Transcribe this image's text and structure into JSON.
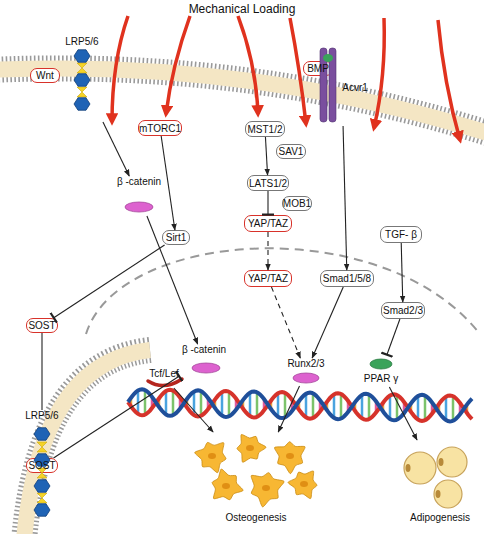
{
  "diagram": {
    "title": "Mechanical Loading",
    "nodes": [
      {
        "text": [
          "LRP5/6"
        ]
      },
      {
        "text": [
          "Wnt"
        ]
      },
      {
        "text": [
          "BMP"
        ]
      },
      {
        "text": [
          "Acvr1"
        ]
      },
      {
        "text": [
          "mTORC1"
        ]
      },
      {
        "text": [
          "MST1/2"
        ]
      },
      {
        "text": [
          "SAV1"
        ]
      },
      {
        "text": [
          "LATS1/2"
        ]
      },
      {
        "text": [
          "MOB1"
        ]
      },
      {
        "text": [
          "YAP/TAZ"
        ]
      },
      {
        "text": [
          "TGF- β"
        ]
      },
      {
        "text": [
          "β -catenin"
        ]
      },
      {
        "text": [
          "Sirt1"
        ]
      },
      {
        "text": [
          "YAP/TAZ"
        ]
      },
      {
        "text": [
          "Smad1/5/8"
        ]
      },
      {
        "text": [
          "Smad2/3"
        ]
      },
      {
        "text": [
          "SOST"
        ]
      },
      {
        "text": [
          "β -catenin"
        ]
      },
      {
        "text": [
          "Tcf/Lef"
        ]
      },
      {
        "text": [
          "Runx2/3"
        ]
      },
      {
        "text": [
          "PPAR γ"
        ]
      },
      {
        "text": [
          "LRP5/6"
        ]
      },
      {
        "text": [
          "SOST"
        ]
      },
      {
        "text": [
          "Osteogenesis"
        ]
      },
      {
        "text": [
          "Adipogenesis"
        ]
      }
    ],
    "edges": [
      {
        "from": 0,
        "to": 11,
        "arrow": "to"
      },
      {
        "from": 4,
        "to": 12,
        "arrow": "to"
      },
      {
        "from": 5,
        "to": 7,
        "arrow": "to"
      },
      {
        "from": 7,
        "to": 9,
        "arrow": "to"
      },
      {
        "from": 9,
        "to": 13,
        "arrow": "to"
      },
      {
        "from": 13,
        "to": 19,
        "arrow": "to"
      },
      {
        "from": 3,
        "to": 14,
        "arrow": "to"
      },
      {
        "from": 14,
        "to": 19,
        "arrow": "to"
      },
      {
        "from": 10,
        "to": 15,
        "arrow": "to"
      },
      {
        "from": 15,
        "to": 20,
        "arrow": "to"
      },
      {
        "from": 12,
        "to": 16,
        "arrow": "to"
      },
      {
        "from": 11,
        "to": 17,
        "arrow": "to"
      },
      {
        "from": 16,
        "to": 21,
        "arrow": "none"
      },
      {
        "from": 22,
        "to": 17,
        "arrow": "to"
      },
      {
        "from": 18,
        "to": 23,
        "arrow": "to"
      },
      {
        "from": 19,
        "to": 23,
        "arrow": "to"
      },
      {
        "from": 20,
        "to": 24,
        "arrow": "to"
      }
    ]
  }
}
